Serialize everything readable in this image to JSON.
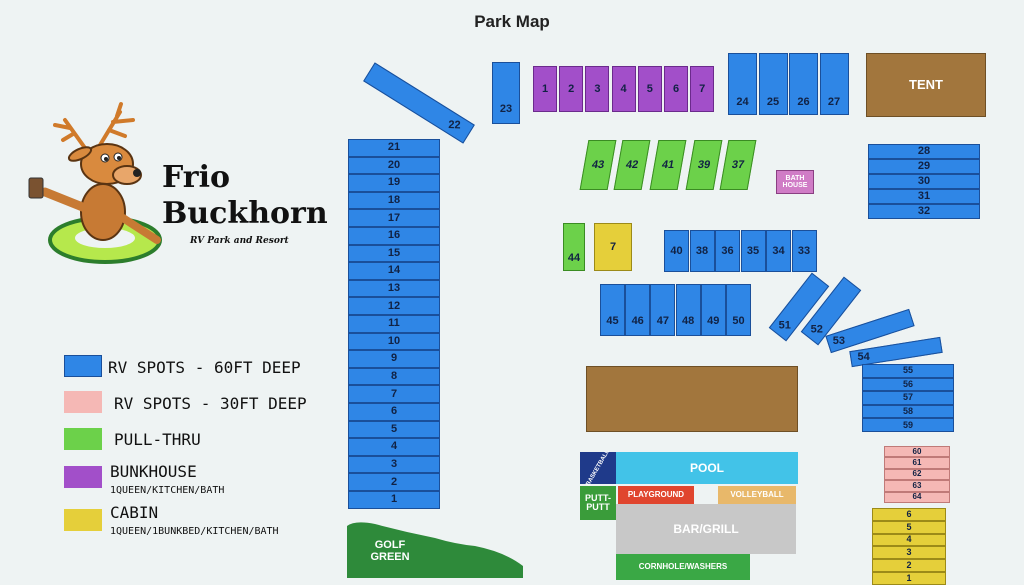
{
  "title": "Park Map",
  "logo": {
    "line1": "Frio",
    "line2": "Buckhorn",
    "tagline": "RV Park and Resort"
  },
  "legend": [
    {
      "label": "RV SPOTS - 60FT DEEP",
      "sub": "",
      "color": "#2f86e6"
    },
    {
      "label": "RV SPOTS - 30FT DEEP",
      "sub": "",
      "color": "#f5b8b5"
    },
    {
      "label": "PULL-THRU",
      "sub": "",
      "color": "#6cd14a"
    },
    {
      "label": "BUNKHOUSE",
      "sub": "1QUEEN/KITCHEN/BATH",
      "color": "#a24fc9"
    },
    {
      "label": "CABIN",
      "sub": "1QUEEN/1BUNKBED/KITCHEN/BATH",
      "color": "#e5cf3a"
    }
  ],
  "spots": {
    "left_column": [
      "21",
      "20",
      "19",
      "18",
      "17",
      "16",
      "15",
      "14",
      "13",
      "12",
      "11",
      "10",
      "9",
      "8",
      "7",
      "6",
      "5",
      "4",
      "3",
      "2",
      "1"
    ],
    "spot_22": "22",
    "spot_23": "23",
    "bunkhouses": [
      "1",
      "2",
      "3",
      "4",
      "5",
      "6",
      "7"
    ],
    "top_row": [
      "24",
      "25",
      "26",
      "27"
    ],
    "right_top": [
      "28",
      "29",
      "30",
      "31",
      "32"
    ],
    "pull_thru_top": [
      "43",
      "42",
      "41",
      "39",
      "37"
    ],
    "pull_thru_44": "44",
    "cabin_7": "7",
    "middle_row": [
      "40",
      "38",
      "36",
      "35",
      "34",
      "33"
    ],
    "lower_row": [
      "45",
      "46",
      "47",
      "48",
      "49",
      "50"
    ],
    "diagonal": [
      "51",
      "52",
      "53",
      "54"
    ],
    "right_stack": [
      "55",
      "56",
      "57",
      "58",
      "59"
    ],
    "pink_stack": [
      "60",
      "61",
      "62",
      "63",
      "64"
    ],
    "cabins_bottom": [
      "6",
      "5",
      "4",
      "3",
      "2",
      "1"
    ]
  },
  "amenities": {
    "tent": "TENT",
    "bath_house": "BATH HOUSE",
    "basketball": "BASKETBALL",
    "pool": "POOL",
    "playground": "PLAYGROUND",
    "volleyball": "VOLLEYBALL",
    "putt_putt": "PUTT-PUTT",
    "bar_grill": "BAR/GRILL",
    "cornhole": "CORNHOLE/WASHERS",
    "golf_green": "GOLF GREEN"
  }
}
